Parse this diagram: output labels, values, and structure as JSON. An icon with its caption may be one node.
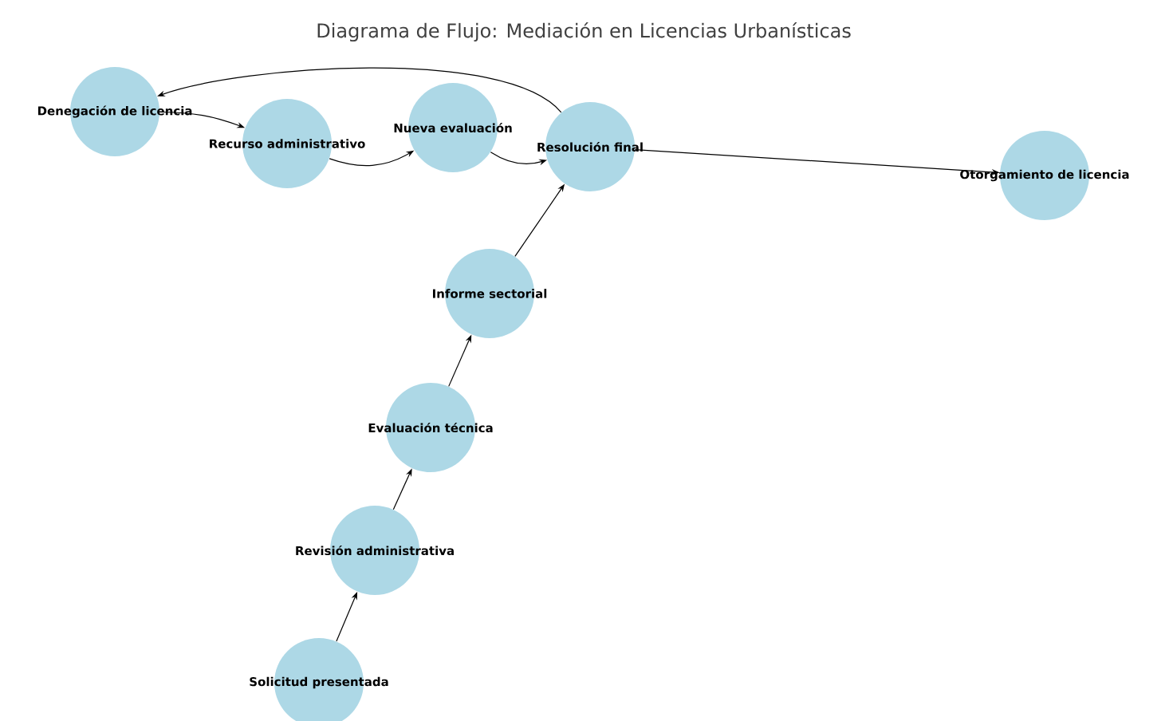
{
  "diagram": {
    "title": "Diagrama de Flujo: Mediación en Licencias Urbanísticas",
    "nodes": [
      {
        "text": [
          "Solicitud presentada"
        ]
      },
      {
        "text": [
          "Revisión administrativa"
        ]
      },
      {
        "text": [
          "Evaluación técnica"
        ]
      },
      {
        "text": [
          "Informe sectorial"
        ]
      },
      {
        "text": [
          "Resolución final"
        ]
      },
      {
        "text": [
          "Otorgamiento de licencia"
        ]
      },
      {
        "text": [
          "Denegación de licencia"
        ]
      },
      {
        "text": [
          "Recurso administrativo"
        ]
      },
      {
        "text": [
          "Nueva evaluación"
        ]
      }
    ],
    "edges": [
      {
        "from": 0,
        "to": 1,
        "arrow": "to"
      },
      {
        "from": 1,
        "to": 2,
        "arrow": "to"
      },
      {
        "from": 2,
        "to": 3,
        "arrow": "to"
      },
      {
        "from": 3,
        "to": 4,
        "arrow": "to"
      },
      {
        "from": 4,
        "to": 5,
        "arrow": "to"
      },
      {
        "from": 4,
        "to": 6,
        "arrow": "to"
      },
      {
        "from": 6,
        "to": 7,
        "arrow": "to"
      },
      {
        "from": 7,
        "to": 8,
        "arrow": "to"
      },
      {
        "from": 8,
        "to": 4,
        "arrow": "to"
      }
    ]
  }
}
